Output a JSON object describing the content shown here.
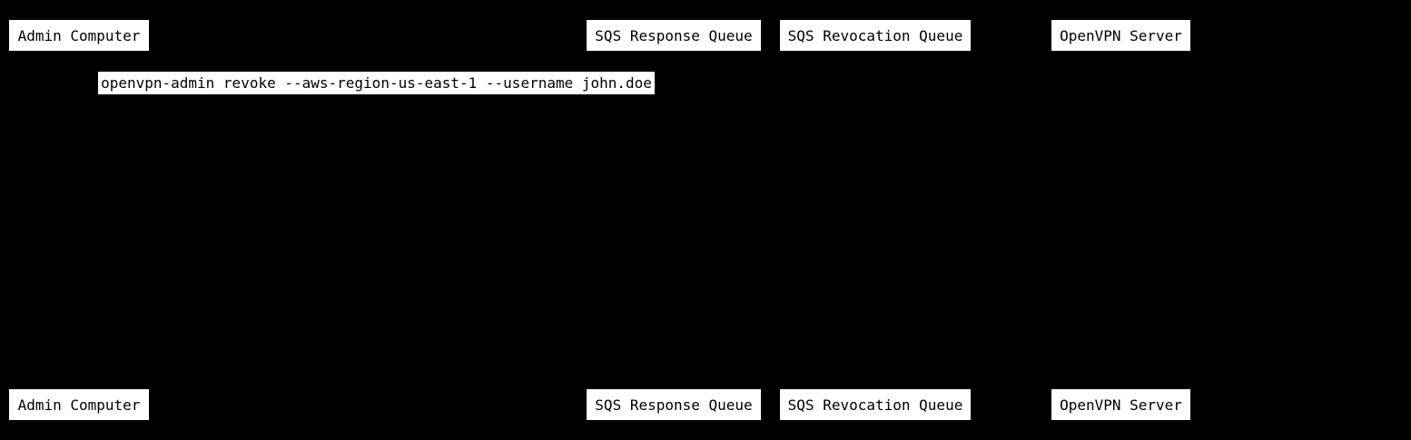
{
  "diagram": {
    "kind": "sequence-diagram",
    "colors": {
      "background": "#000000",
      "actor_box_fill": "#ffffff",
      "actor_box_text": "#000000",
      "message_box_fill": "#ffffff",
      "message_box_text": "#000000"
    },
    "actors": [
      {
        "label": "Admin Computer"
      },
      {
        "label": "SQS Response Queue"
      },
      {
        "label": "SQS Revocation Queue"
      },
      {
        "label": "OpenVPN Server"
      }
    ],
    "messages": [
      {
        "label": "openvpn-admin revoke --aws-region-us-east-1 --username john.doe"
      }
    ]
  }
}
